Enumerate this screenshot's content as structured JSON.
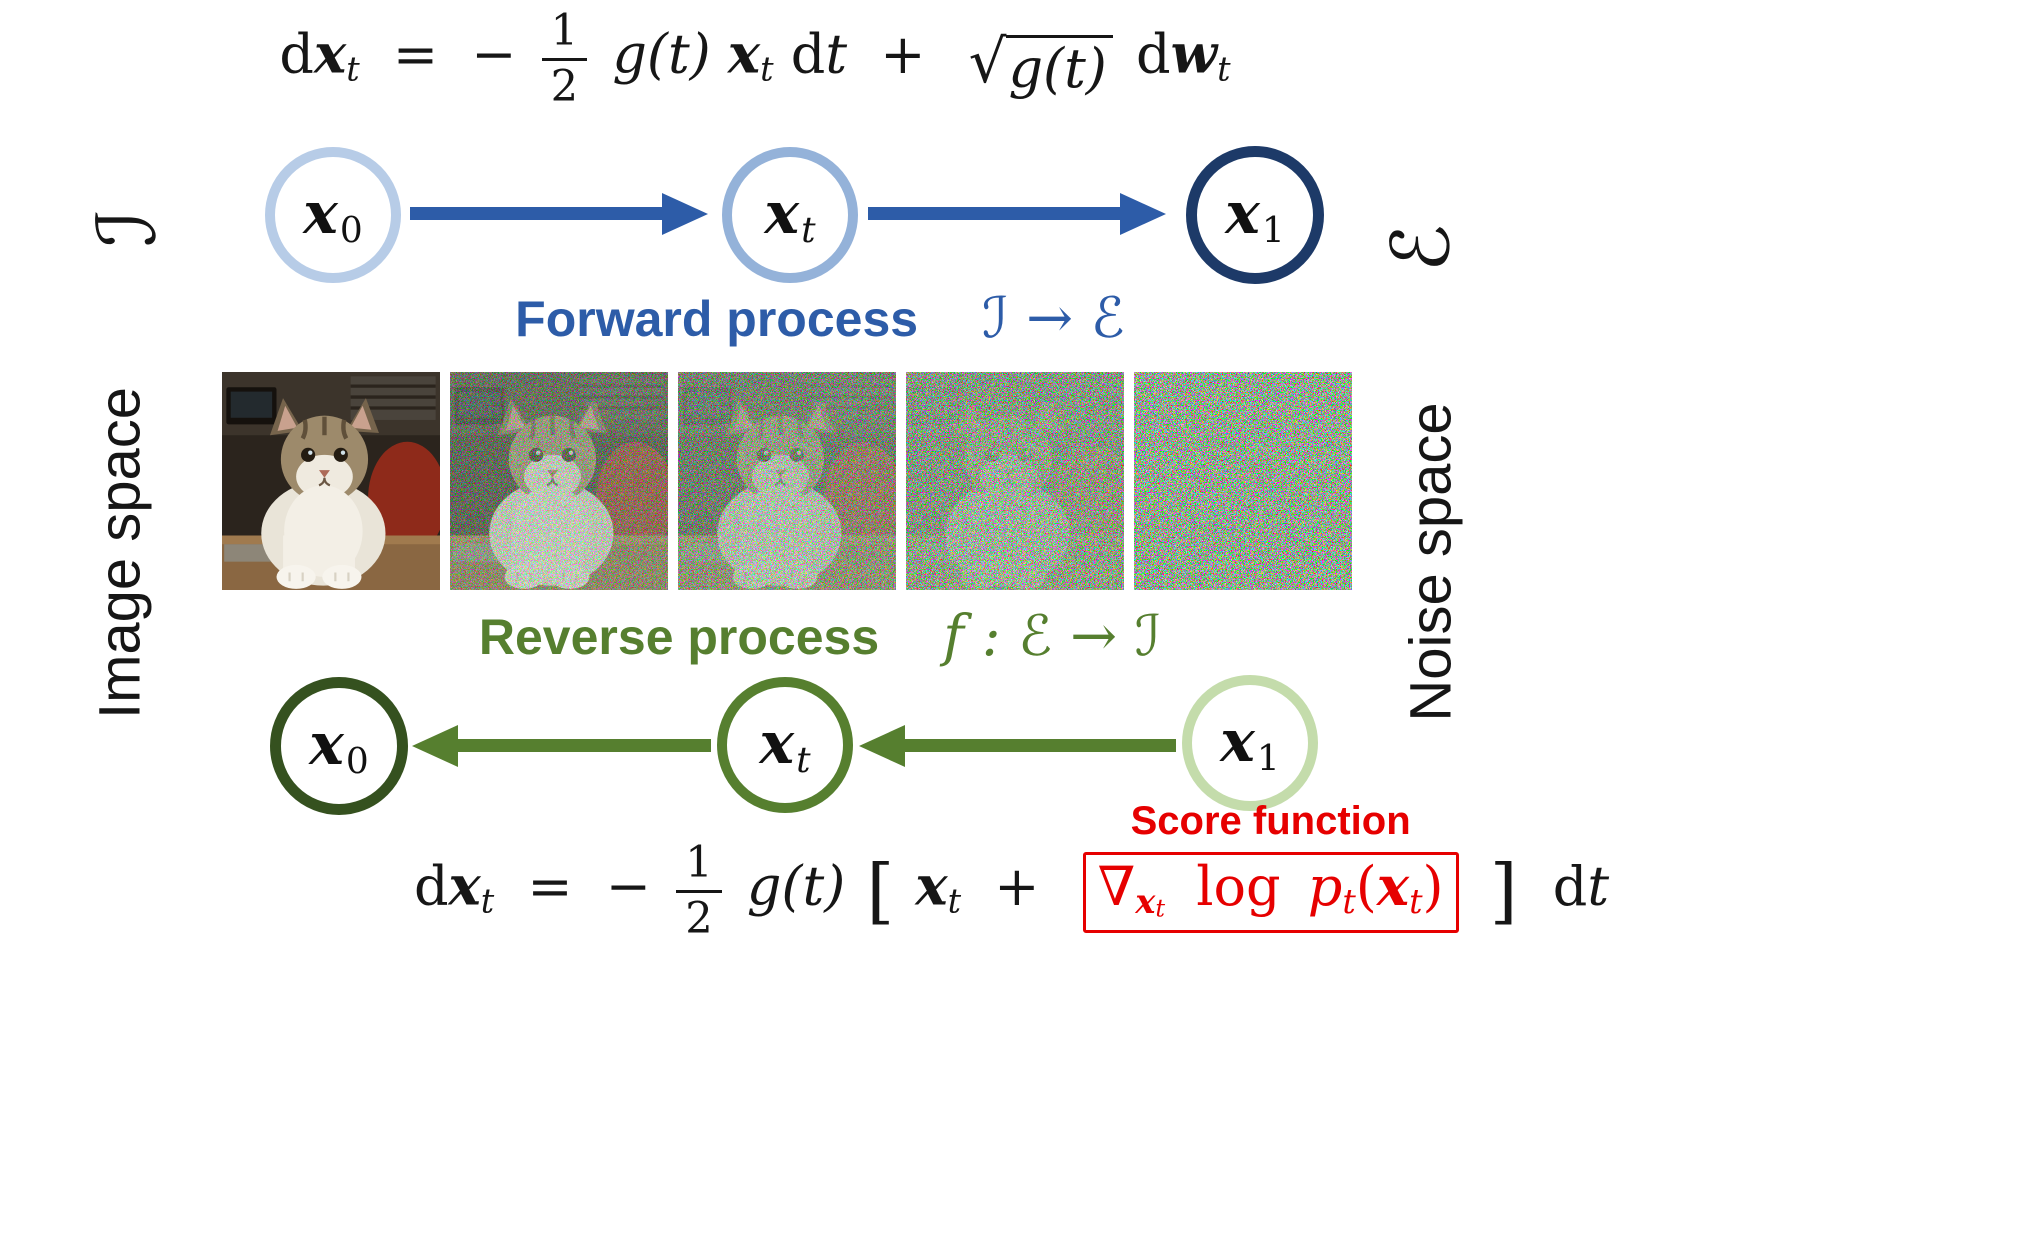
{
  "formulas": {
    "forward": {
      "d1": "d",
      "x1": "x",
      "s1": "t",
      "eq": "=",
      "minus": "−",
      "num": "1",
      "den": "2",
      "g1": "g(t)",
      "x2": "x",
      "s2": "t",
      "d2": "d",
      "t2": "t",
      "plus": "+",
      "sqrt": "√",
      "rad": "g(t)",
      "d3": "d",
      "w1": "w",
      "s3": "t"
    },
    "reverse": {
      "d1": "d",
      "x1": "x",
      "s1": "t",
      "eq": "=",
      "minus": "−",
      "num": "1",
      "den": "2",
      "g1": "g(t)",
      "lb": "[",
      "x2": "x",
      "s2": "t",
      "plus": "+",
      "nabla": "∇",
      "nx": "x",
      "nxs": "t",
      "log": "log",
      "p": "p",
      "ps": "t",
      "op": "(",
      "x3": "x",
      "s3": "t",
      "cp": ")",
      "rb": "]",
      "d2": "d",
      "t2": "t"
    }
  },
  "forward": {
    "label": "Forward process",
    "mapping": "ℐ → ℰ",
    "nodes": [
      {
        "base": "x",
        "sub": "0"
      },
      {
        "base": "x",
        "sub": "t"
      },
      {
        "base": "x",
        "sub": "1"
      }
    ],
    "colors": {
      "text": "#2d5ca8",
      "arrow": "#2d5ca8",
      "node_x0": "#b7cce7",
      "node_xt": "#94b2d9",
      "node_x1": "#1d3a68"
    }
  },
  "reverse": {
    "label": "Reverse process",
    "mapping": "f : ℰ → ℐ",
    "score_label": "Score function",
    "nodes": [
      {
        "base": "x",
        "sub": "0"
      },
      {
        "base": "x",
        "sub": "t"
      },
      {
        "base": "x",
        "sub": "1"
      }
    ],
    "colors": {
      "text": "#567f2f",
      "arrow": "#567f2f",
      "node_x0": "#35511f",
      "node_xt": "#567f2f",
      "node_x1": "#c4dcab",
      "score": "#e60000"
    }
  },
  "side_labels": {
    "left_text": "Image space",
    "left_symbol": "ℐ",
    "right_text": "Noise space",
    "right_symbol": "ℰ"
  },
  "images": {
    "description": "photo of a cat progressively corrupted by colored noise, from clean (left) to pure noise (right)",
    "noise_levels": [
      0,
      0.55,
      0.7,
      0.88,
      1
    ]
  }
}
